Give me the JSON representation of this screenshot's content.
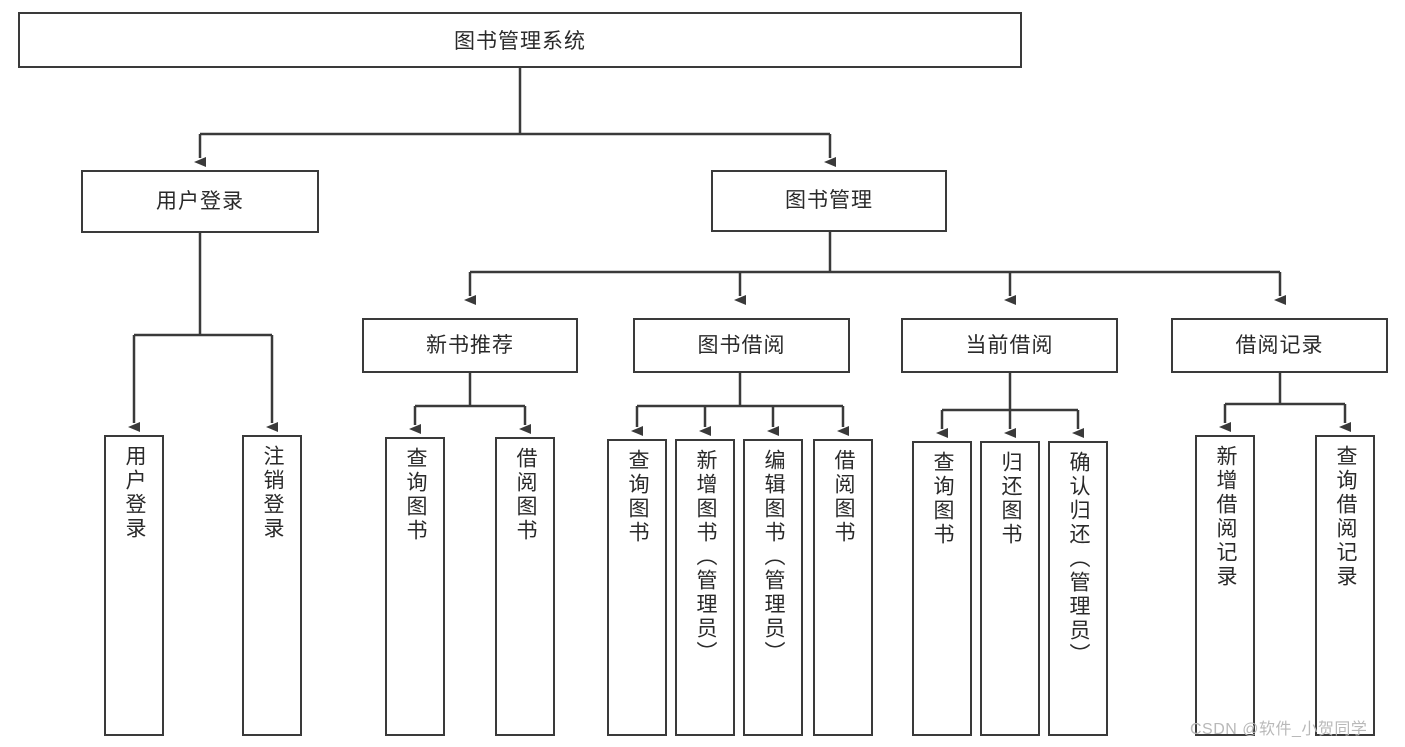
{
  "diagram": {
    "title": "图书管理系统",
    "type": "hierarchy-tree",
    "watermark": "CSDN @软件_小贺同学",
    "colors": {
      "border": "#3a3a3a",
      "text": "#2a2a2a",
      "background": "#ffffff",
      "connector": "#3a3a3a",
      "watermark": "#b9b9b9"
    },
    "root": {
      "label": "图书管理系统"
    },
    "level2": [
      {
        "label": "用户登录"
      },
      {
        "label": "图书管理"
      }
    ],
    "level3": [
      {
        "label": "新书推荐"
      },
      {
        "label": "图书借阅"
      },
      {
        "label": "当前借阅"
      },
      {
        "label": "借阅记录"
      }
    ],
    "leaves": {
      "user_login": [
        {
          "label": "用户登录"
        },
        {
          "label": "注销登录"
        }
      ],
      "new_book": [
        {
          "label": "查询图书"
        },
        {
          "label": "借阅图书"
        }
      ],
      "book_borrow": [
        {
          "label": "查询图书"
        },
        {
          "label": "新增图书（管理员）"
        },
        {
          "label": "编辑图书（管理员）"
        },
        {
          "label": "借阅图书"
        }
      ],
      "current_borrow": [
        {
          "label": "查询图书"
        },
        {
          "label": "归还图书"
        },
        {
          "label": "确认归还（管理员）"
        }
      ],
      "borrow_record": [
        {
          "label": "新增借阅记录"
        },
        {
          "label": "查询借阅记录"
        }
      ]
    }
  }
}
